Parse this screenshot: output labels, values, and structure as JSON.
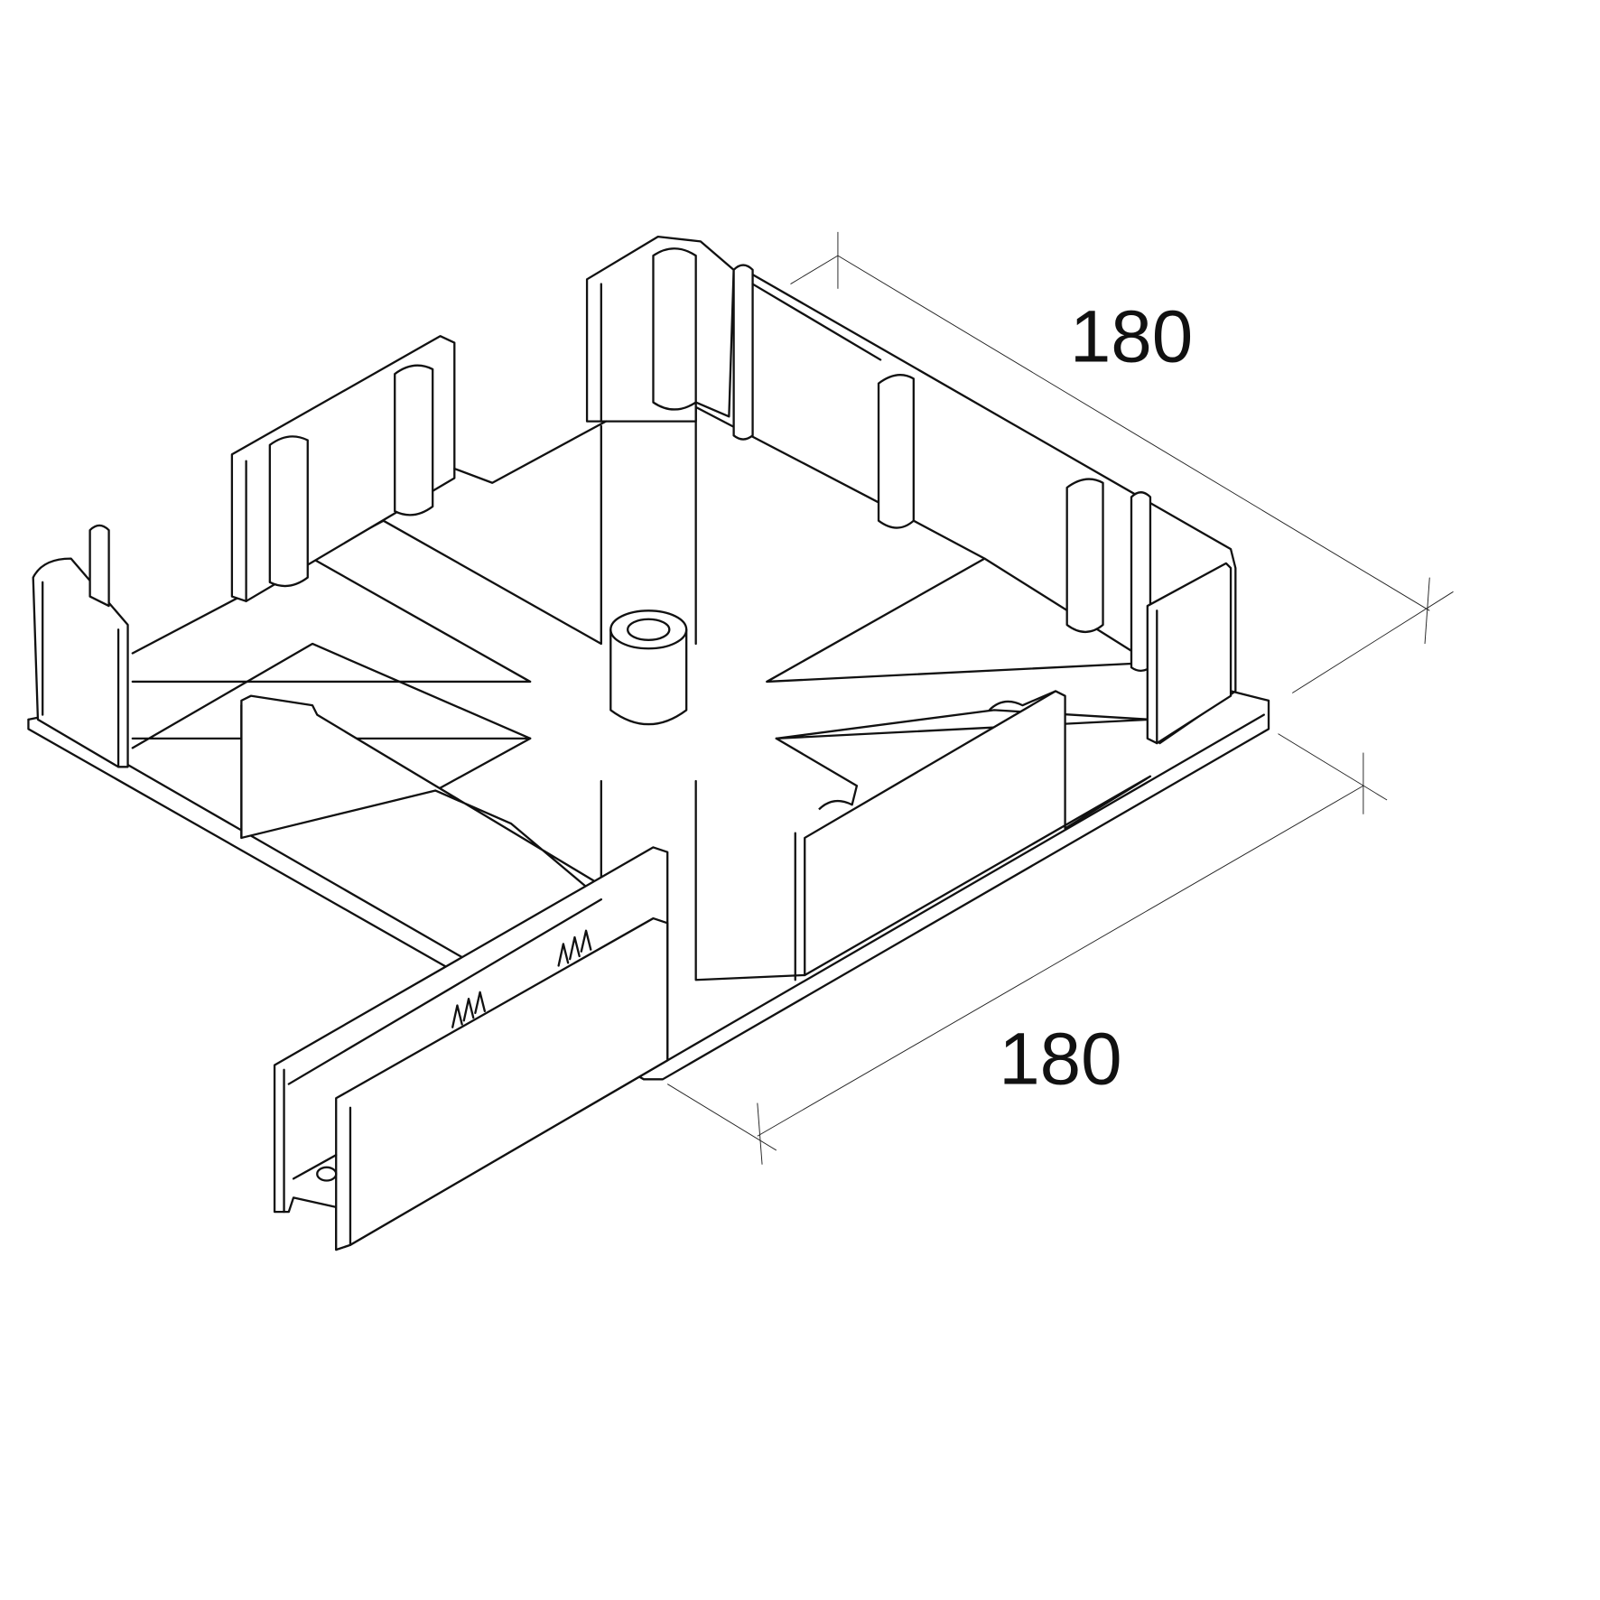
{
  "drawing": {
    "dimensions": [
      {
        "label": "180",
        "side": "back-right"
      },
      {
        "label": "180",
        "side": "front-right"
      }
    ]
  }
}
